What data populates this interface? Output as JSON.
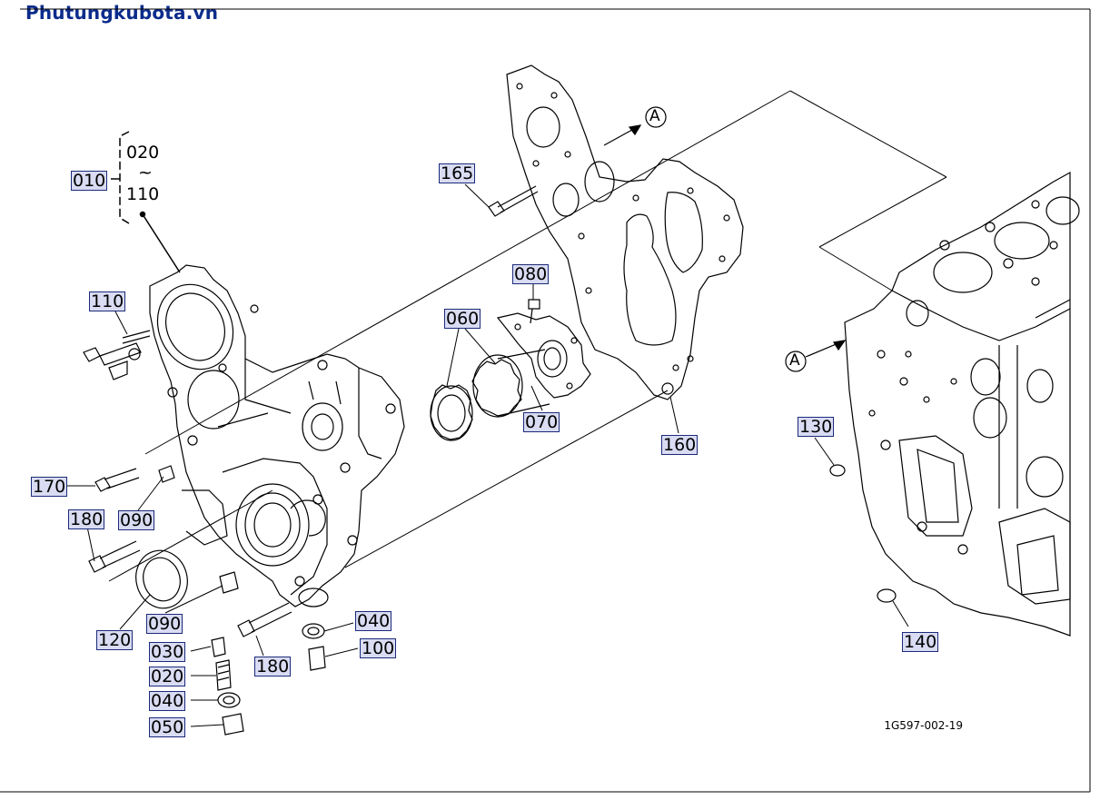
{
  "watermark": "Phutungkubota.vn",
  "drawing_code": "1G597-002-19",
  "group": {
    "id": "010",
    "range_start": "020",
    "range_sep": "~",
    "range_end": "110"
  },
  "markers": {
    "arrow_a_top": "A",
    "arrow_a_left": "A"
  },
  "parts": {
    "p165": "165",
    "p080": "080",
    "p060": "060",
    "p070": "070",
    "p160": "160",
    "p110": "110",
    "p170": "170",
    "p090a": "090",
    "p180a": "180",
    "p120": "120",
    "p090b": "090",
    "p030": "030",
    "p020": "020",
    "p040a": "040",
    "p050": "050",
    "p180b": "180",
    "p040b": "040",
    "p100": "100",
    "p130": "130",
    "p140": "140"
  },
  "colors": {
    "label_fill": "#d9dcf2",
    "label_border": "#1c2a7a",
    "watermark": "#0c2c8c"
  }
}
